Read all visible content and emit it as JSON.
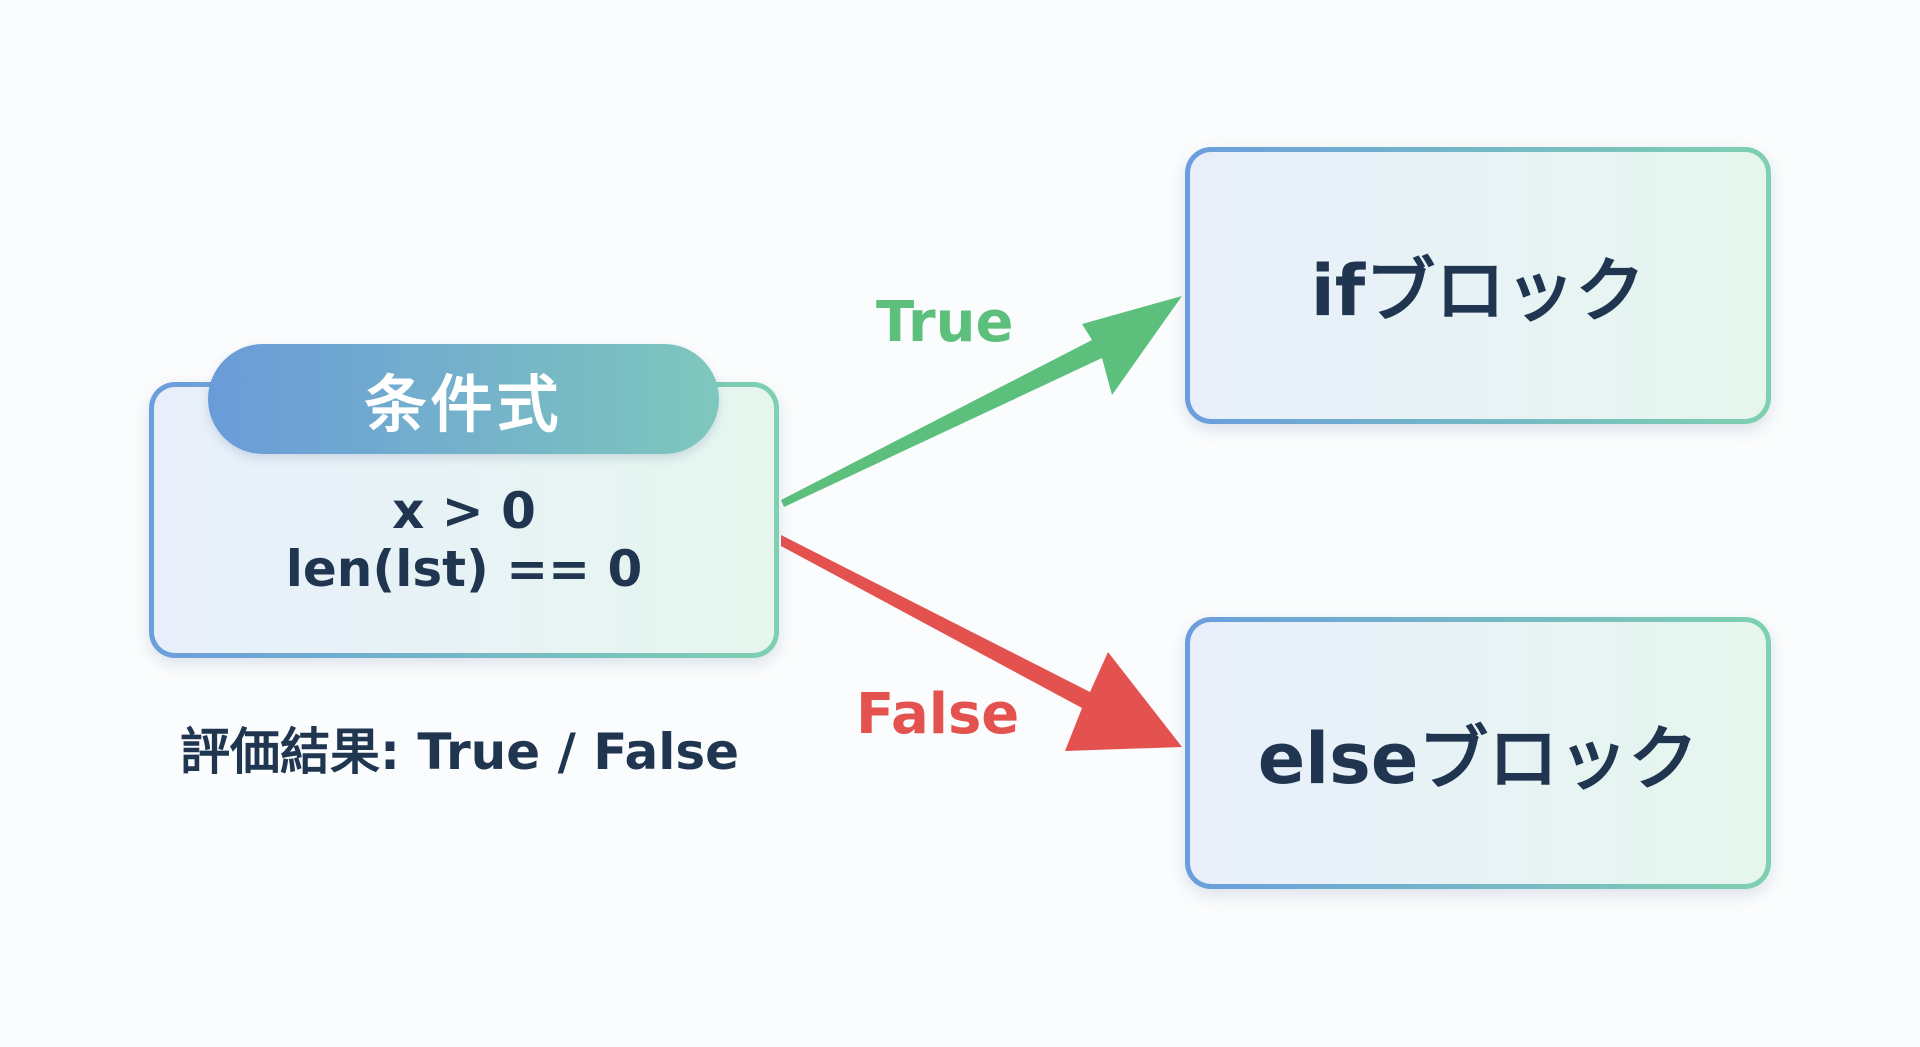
{
  "condition": {
    "title": "条件式",
    "expressions": [
      "x > 0",
      "len(lst) == 0"
    ]
  },
  "evaluation": "評価結果: True / False",
  "branches": {
    "true_label": "True",
    "false_label": "False",
    "if_block": "ifブロック",
    "else_block": "elseブロック"
  },
  "colors": {
    "true": "#5cc07c",
    "false": "#e4524f",
    "border": "#6fa3dc",
    "text": "#1f3550"
  }
}
